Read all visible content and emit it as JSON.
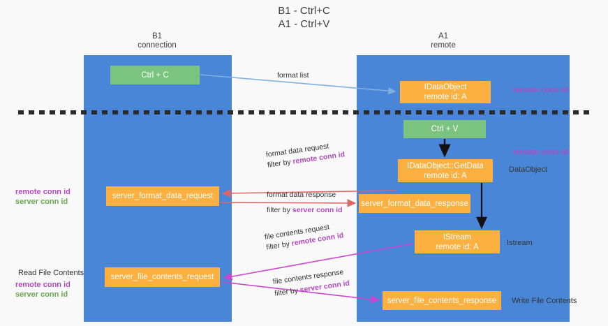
{
  "title": "B1 - Ctrl+C\nA1 - Ctrl+V",
  "columns": {
    "left": "B1\nconnection",
    "right": "A1\nremote"
  },
  "nodes": {
    "ctrl_c": "Ctrl + C",
    "idataobject": "IDataObject\nremote id: A",
    "ctrl_v": "Ctrl + V",
    "getdata": "IDataObject::GetData\nremote id: A",
    "server_format_data_request": "server_format_data_request",
    "server_format_data_response": "server_format_data_response",
    "istream": "IStream\nremote id: A",
    "server_file_contents_request": "server_file_contents_request",
    "server_file_contents_response": "server_file_contents_response"
  },
  "edges": {
    "format_list": "format list",
    "format_data_request": "format data request",
    "format_data_request_filter_prefix": "filter by ",
    "format_data_request_filter_key": "remote conn id",
    "format_data_response": "format data response",
    "format_data_response_filter_prefix": "filter by ",
    "format_data_response_filter_key": "server conn id",
    "file_contents_request": "file contents request",
    "file_contents_request_filter_prefix": "filter by ",
    "file_contents_request_filter_key": "remote conn id",
    "file_contents_response": "file contents response",
    "file_contents_response_filter_prefix": "filter by ",
    "file_contents_response_filter_key": "server conn id"
  },
  "annotations": {
    "remote_conn_id_top": "remote conn id",
    "remote_conn_id_mid": "remote conn id",
    "dataobject": "DataObject",
    "istream": "Istream",
    "write_file_contents": "Write File Contents",
    "read_file_contents": "Read File Contents",
    "left_ids_mid": {
      "remote": "remote conn id",
      "server": "server conn id"
    },
    "left_ids_bottom": {
      "remote": "remote conn id",
      "server": "server conn id"
    }
  },
  "colors": {
    "lane": "#4a86d8",
    "green_node": "#7bc47f",
    "orange_node": "#fbb040",
    "purple_text": "#b44ac0",
    "green_text": "#6aa84f",
    "red_arrow": "#e06666",
    "magenta_arrow": "#cc44cc",
    "blue_arrow": "#7fb0e0",
    "black_arrow": "#111111"
  }
}
